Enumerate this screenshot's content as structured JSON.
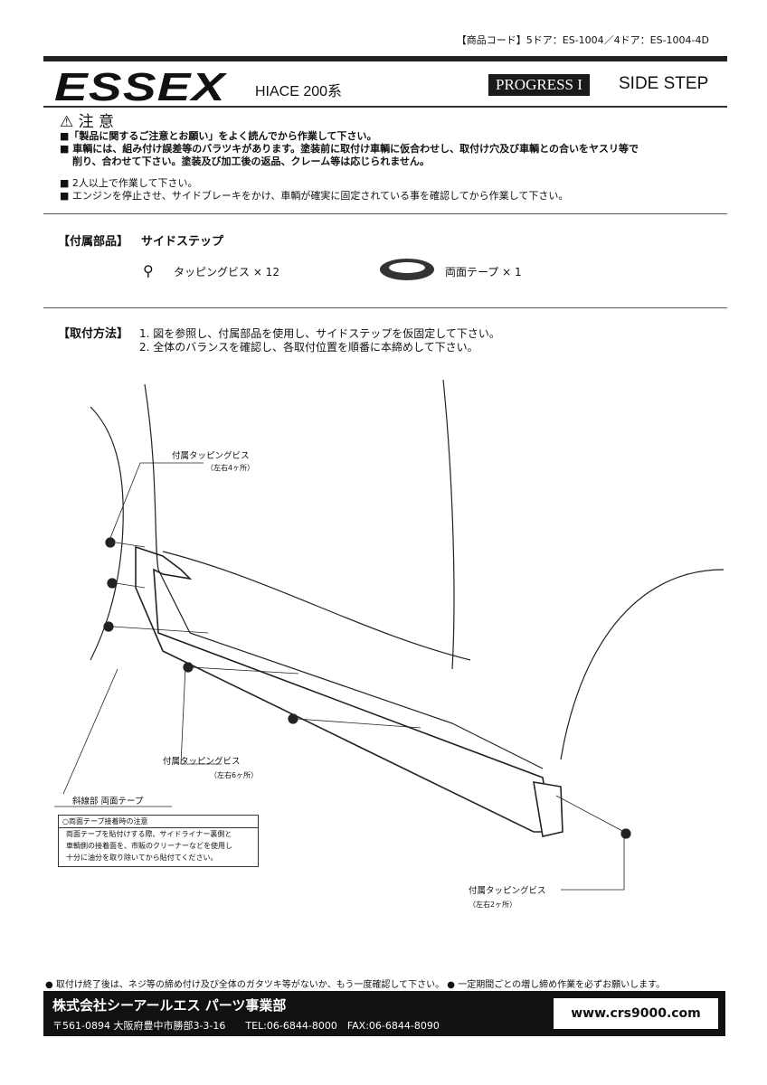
{
  "header": {
    "product_code": "【商品コード】5ドア：ES-1004／4ドア：ES-1004-4D",
    "brand": "ESSEX",
    "model": "HIACE 200系",
    "series": "PROGRESS I",
    "product": "SIDE STEP"
  },
  "caution": {
    "title": "注 意",
    "items": [
      "■「製品に関するご注意とお願い」をよく読んでから作業して下さい。",
      "■ 車輌には、組み付け誤差等のバラツキがあります。塗装前に取付け車輌に仮合わせし、取付け穴及び車輌との合いをヤスリ等で",
      "削り、合わせて下さい。塗装及び加工後の返品、クレーム等は応じられません。",
      "■ 2人以上で作業して下さい。",
      "■ エンジンを停止させ、サイドブレーキをかけ、車輌が確実に固定されている事を確認してから作業して下さい。"
    ]
  },
  "parts": {
    "label": "【付属部品】",
    "name": "サイドステップ",
    "items": [
      "タッピングビス × 12",
      "両面テープ × 1"
    ]
  },
  "method": {
    "label": "【取付方法】",
    "steps": [
      "1. 図を参照し、付属部品を使用し、サイドステップを仮固定して下さい。",
      "2. 全体のバランスを確認し、各取付位置を順番に本締めして下さい。"
    ]
  },
  "diagram": {
    "screw1": "付属タッピングビス",
    "screw1_qty": "（左右4ヶ所）",
    "screw2": "付属タッピングビス",
    "screw2_qty": "（左右6ヶ所）",
    "screw3": "付属タッピングビス",
    "screw3_qty": "（左右2ヶ所）",
    "tape": "斜線部 両面テープ",
    "note_title": "○両面テープ接着時の注意",
    "note_lines": [
      "両面テープを貼付けする際、サイドライナー裏側と",
      "車輌側の接着面を、市販のクリーナーなどを使用し",
      "十分に油分を取り除いてから貼付てください。"
    ]
  },
  "footer": {
    "note1": "● 取付け終了後は、ネジ等の締め付け及び全体のガタツキ等がないか、もう一度確認して下さい。",
    "note2": "● 一定期間ごとの増し締め作業を必ずお願いします。",
    "company": "株式会社シーアールエス パーツ事業部",
    "address": "〒561-0894 大阪府豊中市勝部3-3-16　　TEL:06-6844-8000　FAX:06-6844-8090",
    "url": "www.crs9000.com"
  }
}
